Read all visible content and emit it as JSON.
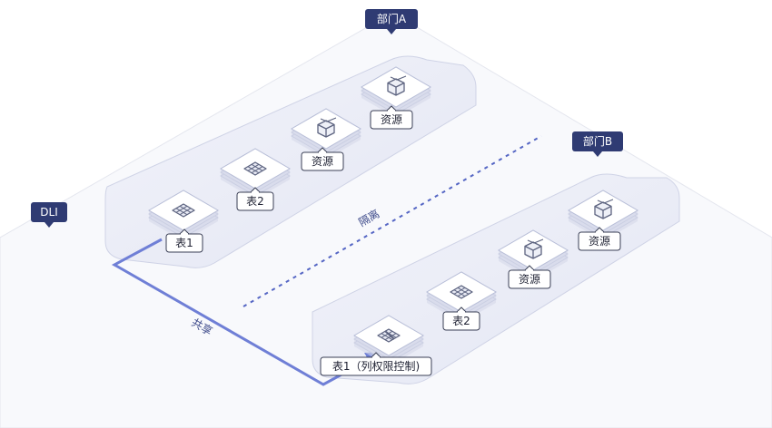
{
  "platform": {
    "label": "DLI"
  },
  "departments": [
    {
      "label": "部门A",
      "items": [
        {
          "kind": "table",
          "label": "表1"
        },
        {
          "kind": "table",
          "label": "表2"
        },
        {
          "kind": "resource",
          "label": "资源"
        },
        {
          "kind": "resource",
          "label": "资源"
        }
      ]
    },
    {
      "label": "部门B",
      "items": [
        {
          "kind": "table-restricted",
          "label": "表1（列权限控制)"
        },
        {
          "kind": "table",
          "label": "表2"
        },
        {
          "kind": "resource",
          "label": "资源"
        },
        {
          "kind": "resource",
          "label": "资源"
        }
      ]
    }
  ],
  "relations": {
    "isolation_label": "隔离",
    "share_label": "共享"
  },
  "colors": {
    "tag_bg": "#2f3b73",
    "share_line": "#6f7fd6",
    "isolation_line": "#5566c4",
    "platform_fill": "#f8f9fc",
    "zone_fill": "#eceef7"
  }
}
